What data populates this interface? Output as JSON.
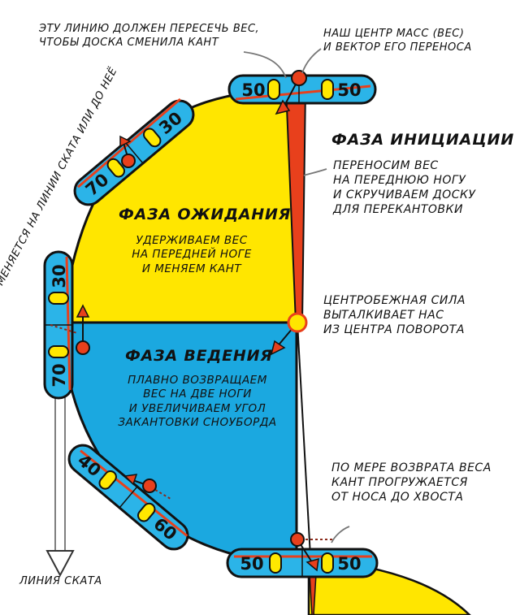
{
  "notes": {
    "top_left": [
      "ЭТУ ЛИНИЮ ДОЛЖЕН ПЕРЕСЕЧЬ ВЕС,",
      "ЧТОБЫ ДОСКА СМЕНИЛА КАНТ"
    ],
    "top_right": [
      "НАШ ЦЕНТР МАСС (ВЕС)",
      "И ВЕКТОР ЕГО ПЕРЕНОСА"
    ],
    "left_vertical": "КАНТ МЕНЯЕТСЯ НА ЛИНИИ СКАТА ИЛИ ДО НЕЁ",
    "centrifugal": [
      "ЦЕНТРОБЕЖНАЯ СИЛА",
      "ВЫТАЛКИВАЕТ НАС",
      "ИЗ ЦЕНТРА ПОВОРОТА"
    ],
    "edge_load": [
      "ПО МЕРЕ ВОЗВРАТА ВЕСА",
      "КАНТ ПРОГРУЖАЕТСЯ",
      "ОТ НОСА ДО ХВОСТА"
    ],
    "fall_line": "ЛИНИЯ СКАТА"
  },
  "phases": {
    "initiation": {
      "title": "ФАЗА ИНИЦИАЦИИ",
      "lines": [
        "ПЕРЕНОСИМ ВЕС",
        "НА ПЕРЕДНЮЮ НОГУ",
        "И СКРУЧИВАЕМ ДОСКУ",
        "ДЛЯ ПЕРЕКАНТОВКИ"
      ]
    },
    "waiting": {
      "title": "ФАЗА ОЖИДАНИЯ",
      "lines": [
        "УДЕРЖИВАЕМ ВЕС",
        "НА ПЕРЕДНЕЙ НОГЕ",
        "И МЕНЯЕМ КАНТ"
      ]
    },
    "steering": {
      "title": "ФАЗА ВЕДЕНИЯ",
      "lines": [
        "ПЛАВНО ВОЗВРАЩАЕМ",
        "ВЕС НА ДВЕ НОГИ",
        "И УВЕЛИЧИВАЕМ УГОЛ",
        "ЗАКАНТОВКИ СНОУБОРДА"
      ]
    }
  },
  "boards": {
    "top": {
      "left": "50",
      "right": "50"
    },
    "upper_left": {
      "left": "70",
      "right": "30"
    },
    "left": {
      "top": "30",
      "bottom": "70"
    },
    "lower_left": {
      "top": "40",
      "bottom": "60"
    },
    "bottom": {
      "left": "50",
      "right": "50"
    }
  },
  "colors": {
    "yellow": "#FFE600",
    "blue": "#1BA8E0",
    "red": "#E8401C",
    "board": "#2BB4E8",
    "binding": "#FFE800",
    "ink": "#111111"
  }
}
